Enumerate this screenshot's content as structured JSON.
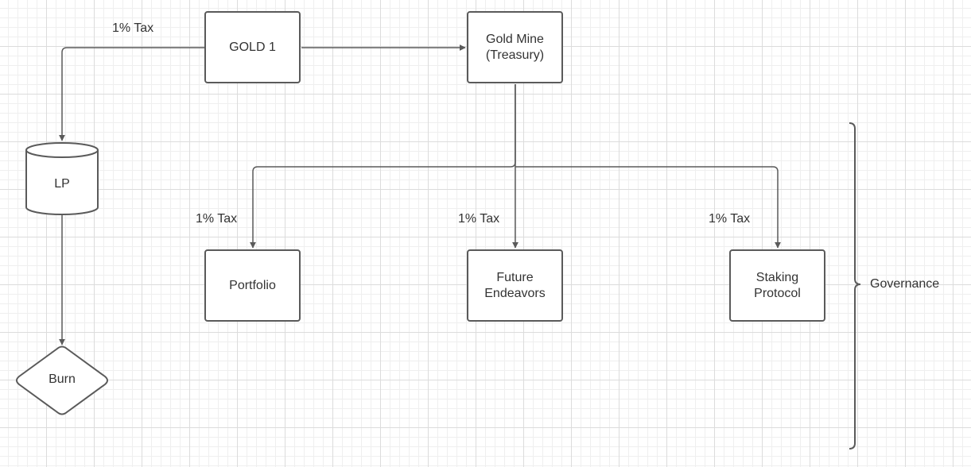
{
  "diagram": {
    "nodes": {
      "gold1": "GOLD 1",
      "gold_mine": "Gold Mine\n(Treasury)",
      "lp": "LP",
      "burn": "Burn",
      "portfolio": "Portfolio",
      "future_endeavors": "Future\nEndeavors",
      "staking_protocol": "Staking\nProtocol"
    },
    "edge_labels": {
      "gold1_to_lp": "1% Tax",
      "to_portfolio": "1% Tax",
      "to_future_endeavors": "1% Tax",
      "to_staking_protocol": "1% Tax"
    },
    "brace_label": "Governance"
  },
  "colors": {
    "stroke": "#5a5a5a",
    "text": "#333333",
    "grid_major": "#dcdcdc",
    "grid_minor": "#efefef"
  }
}
